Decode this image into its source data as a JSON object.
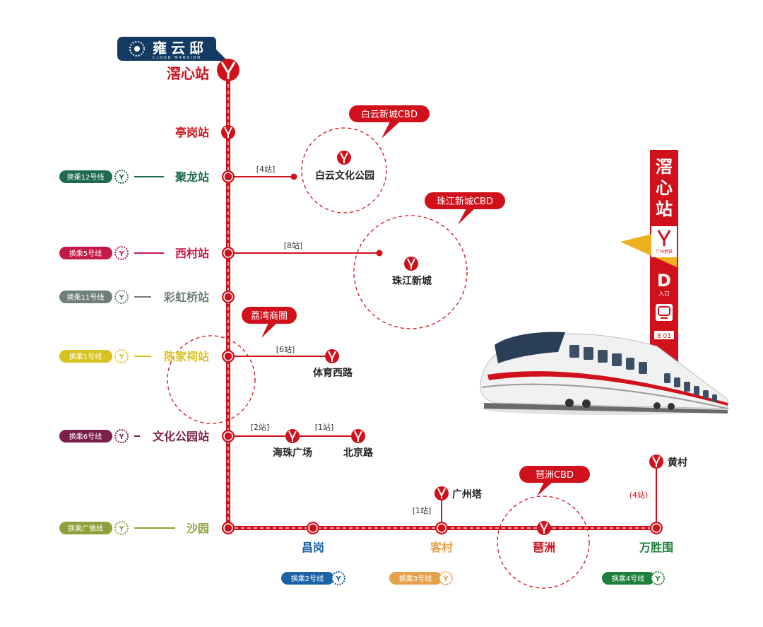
{
  "logo": {
    "brand": "雍云邸",
    "sub": "CLOUD MANSION"
  },
  "colors": {
    "red": "#d0111b",
    "line12": "#1f6b52",
    "line5": "#c41a47",
    "line11": "#6f7f7a",
    "line1": "#d8c222",
    "line6": "#7b1f4b",
    "guangfo": "#8da13a",
    "line2": "#1b62a8",
    "line3": "#e4a24d",
    "line4": "#1e7f3a"
  },
  "trunk": {
    "start": "滘心站",
    "stations": [
      "亭岗站",
      "聚龙站",
      "西村站",
      "彩虹桥站",
      "陈家祠站",
      "文化公园站",
      "沙园"
    ],
    "transfers": [
      "换乘12号线",
      "换乘5号线",
      "换乘11号线",
      "换乘1号线",
      "换乘6号线",
      "换乘广佛线"
    ]
  },
  "branches": {
    "baiyun": {
      "count": "[4站]",
      "dest": "白云文化公园",
      "area": "白云新城CBD"
    },
    "zhujiang": {
      "count": "[8站]",
      "dest": "珠江新城",
      "area": "珠江新城CBD"
    },
    "liwan": {
      "area": "荔湾商圈",
      "count": "[6站]",
      "dest": "体育西路"
    },
    "wenhua": {
      "count1": "[2站]",
      "stop1": "海珠广场",
      "count2": "[1站]",
      "stop2": "北京路"
    }
  },
  "bottom": {
    "stations": [
      "昌岗",
      "客村",
      "琶洲",
      "万胜围"
    ],
    "transfers": [
      "换乘2号线",
      "换乘3号线",
      "换乘4号线"
    ],
    "pazhou_area": "琶洲CBD",
    "canton_tower": "广州塔",
    "canton_count": "[1站]",
    "huangcun": "黄村",
    "huangcun_count": "(4站)"
  },
  "sign": {
    "name": "滘心站",
    "operator": "广州地铁",
    "entrance": "D",
    "entrance_label": "入口",
    "code": "8 01"
  }
}
